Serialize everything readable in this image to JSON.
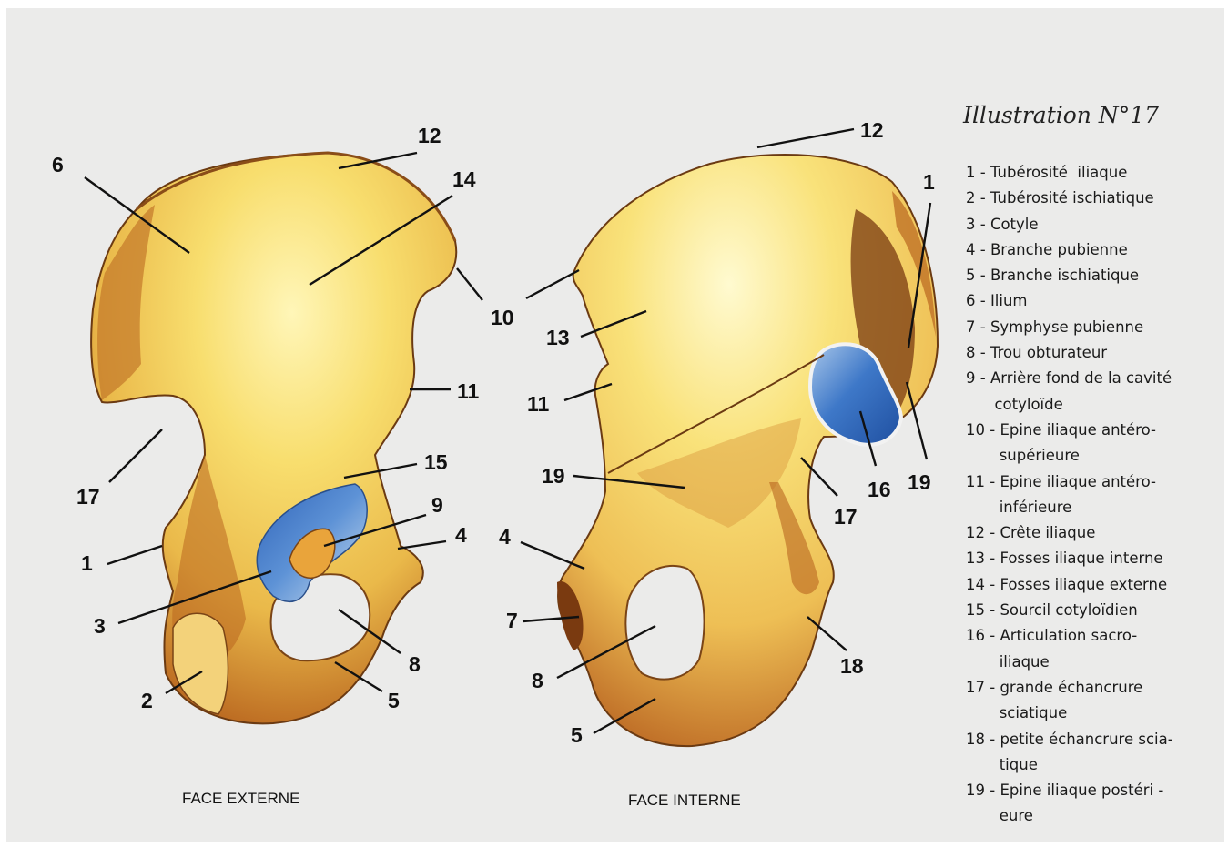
{
  "legend": {
    "title": "Illustration N°17",
    "items": [
      "1 - Tubérosité  iliaque",
      "2 - Tubérosité ischiatique",
      "3 - Cotyle",
      "4 - Branche pubienne",
      "5 - Branche ischiatique",
      "6 - Ilium",
      "7 - Symphyse pubienne",
      "8 - Trou obturateur",
      "9 - Arrière fond de la cavité",
      "      cotyloïde",
      "10 - Epine iliaque antéro-",
      "       supérieure",
      "11 - Epine iliaque antéro-",
      "       inférieure",
      "12 - Crête iliaque",
      "13 - Fosses iliaque interne",
      "14 - Fosses iliaque externe",
      "15 - Sourcil cotyloïdien",
      "16 - Articulation sacro-",
      "       iliaque",
      "17 - grande échancrure",
      "       sciatique",
      "18 - petite échancrure scia-",
      "       tique",
      "19 - Epine iliaque postéri -",
      "       eure"
    ]
  },
  "captions": {
    "external": "FACE EXTERNE",
    "internal": "FACE INTERNE"
  },
  "left_numbers": {
    "n1": "1",
    "n2": "2",
    "n3": "3",
    "n4": "4",
    "n5": "5",
    "n6": "6",
    "n8": "8",
    "n9": "9",
    "n10": "10",
    "n11": "11",
    "n12": "12",
    "n14": "14",
    "n15": "15",
    "n17": "17"
  },
  "right_numbers": {
    "n1": "1",
    "n4": "4",
    "n5": "5",
    "n7": "7",
    "n8": "8",
    "n11": "11",
    "n12": "12",
    "n13": "13",
    "n16": "16",
    "n17": "17",
    "n18": "18",
    "n19": "19"
  },
  "colors": {
    "background": "#ebebea",
    "bone_yellow": "#f6d764",
    "bone_brown": "#b4621c",
    "cartilage_blue": "#3d78c6"
  }
}
